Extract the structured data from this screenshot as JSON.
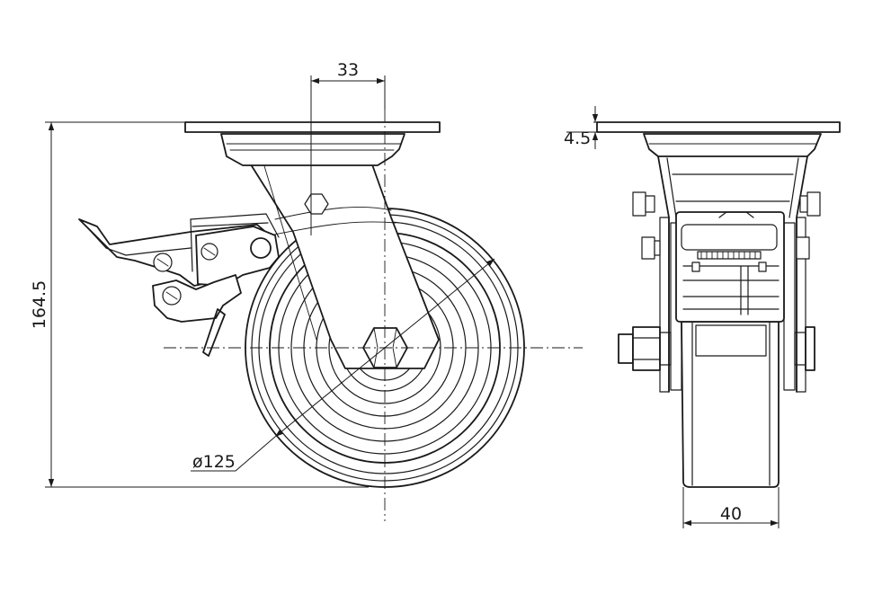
{
  "dimensions": {
    "offset": "33",
    "plate_thickness": "4.5",
    "overall_height": "164.5",
    "wheel_diameter": "ø125",
    "wheel_width": "40"
  }
}
